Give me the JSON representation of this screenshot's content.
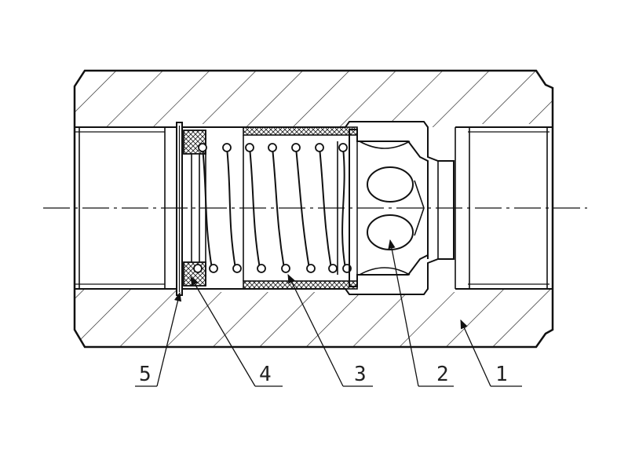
{
  "drawing": {
    "type": "check valve cross-section",
    "ink_color": "#111111",
    "background": "#ffffff"
  },
  "callouts": [
    {
      "label": "5",
      "part": "retaining-ring"
    },
    {
      "label": "4",
      "part": "seal-washer"
    },
    {
      "label": "3",
      "part": "spring"
    },
    {
      "label": "2",
      "part": "poppet"
    },
    {
      "label": "1",
      "part": "body"
    }
  ]
}
